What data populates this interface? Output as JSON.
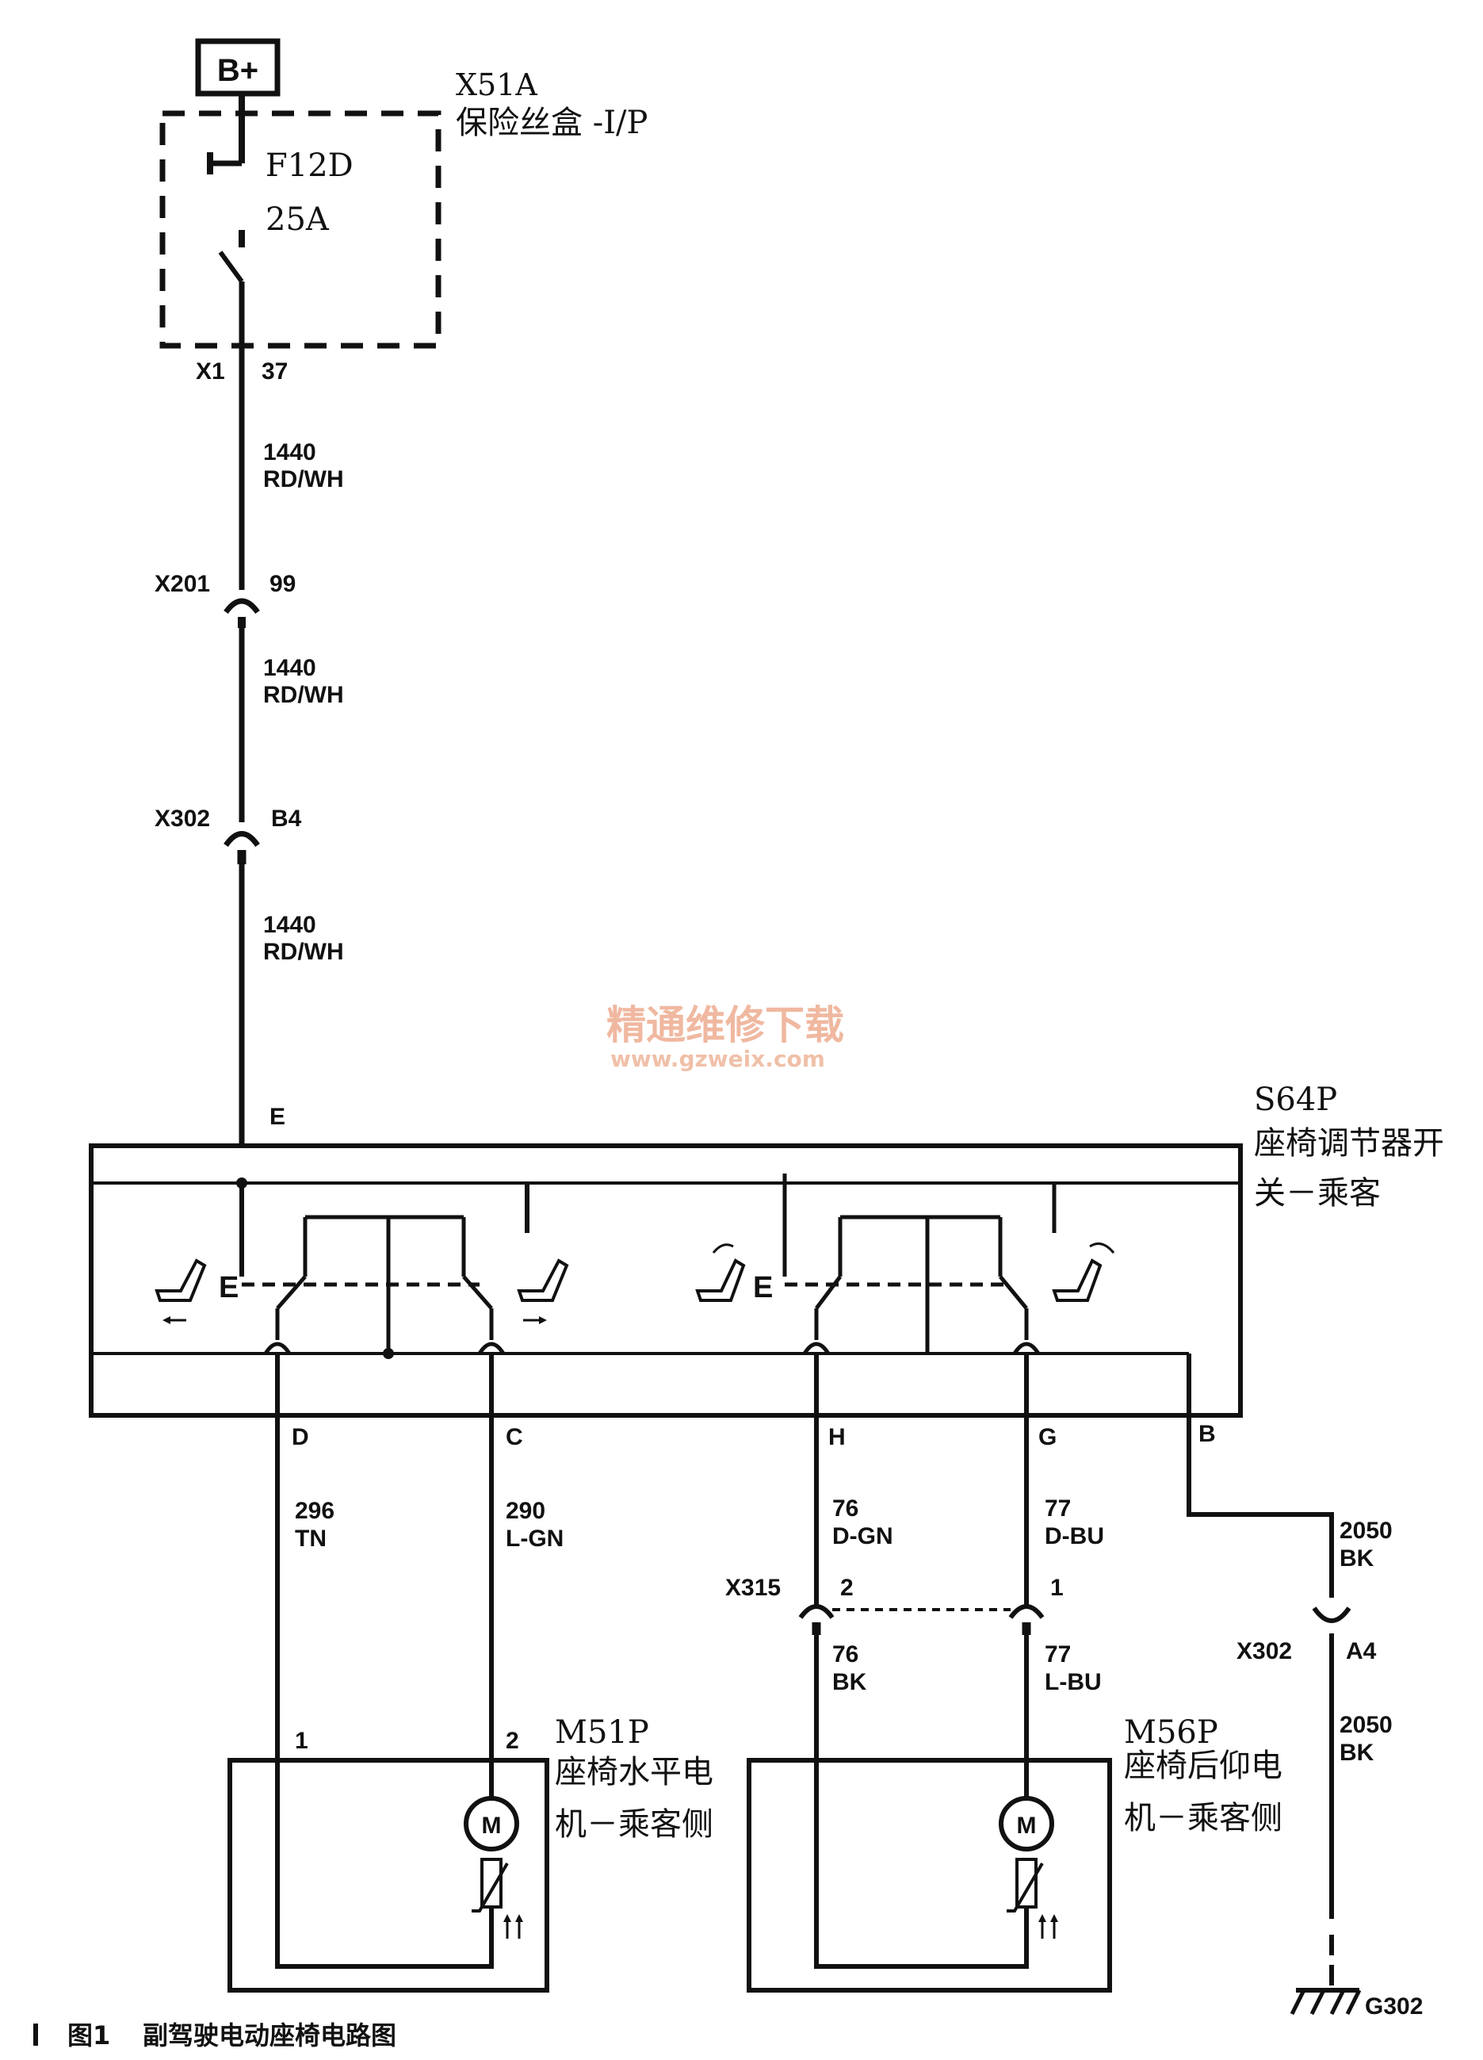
{
  "battery": {
    "label": "B+"
  },
  "fuse_box": {
    "id": "X51A",
    "name": "保险丝盒 -I/P",
    "fuse_id": "F12D",
    "rating": "25A",
    "conn": "X1",
    "pin": "37"
  },
  "segments": [
    {
      "circuit": "1440",
      "color": "RD/WH"
    },
    {
      "circuit": "1440",
      "color": "RD/WH"
    },
    {
      "circuit": "1440",
      "color": "RD/WH"
    }
  ],
  "connectors": {
    "x201": {
      "id": "X201",
      "pin": "99"
    },
    "x302_b4": {
      "id": "X302",
      "pin": "B4"
    },
    "x315": {
      "id": "X315",
      "pin_left": "2",
      "pin_right": "1"
    },
    "x302_a4": {
      "id": "X302",
      "pin": "A4"
    }
  },
  "switch": {
    "id": "S64P",
    "name_line1": "座椅调节器开",
    "name_line2": "关－乘客",
    "pin_e": "E",
    "pin_d": "D",
    "pin_c": "C",
    "pin_h": "H",
    "pin_g": "G",
    "pin_b": "B"
  },
  "wires": {
    "d": {
      "circuit": "296",
      "color": "TN"
    },
    "c": {
      "circuit": "290",
      "color": "L-GN"
    },
    "h_upper": {
      "circuit": "76",
      "color": "D-GN"
    },
    "g_upper": {
      "circuit": "77",
      "color": "D-BU"
    },
    "h_lower": {
      "circuit": "76",
      "color": "BK"
    },
    "g_lower": {
      "circuit": "77",
      "color": "L-BU"
    },
    "b_upper": {
      "circuit": "2050",
      "color": "BK"
    },
    "b_lower": {
      "circuit": "2050",
      "color": "BK"
    }
  },
  "motor1": {
    "id": "M51P",
    "name_line1": "座椅水平电",
    "name_line2": "机－乘客侧",
    "pin1": "1",
    "pin2": "2",
    "symbol": "M"
  },
  "motor2": {
    "id": "M56P",
    "name_line1": "座椅后仰电",
    "name_line2": "机－乘客侧",
    "symbol": "M"
  },
  "ground": {
    "id": "G302"
  },
  "watermark": {
    "line1": "精通维修下载",
    "line2": "www.gzweix.com"
  },
  "caption": {
    "figure": "图1",
    "title": "副驾驶电动座椅电路图"
  },
  "icons": [
    "fuse-icon",
    "switch-contact-icon",
    "connector-icon",
    "seat-forward-icon",
    "seat-backward-icon",
    "seat-recline-icon",
    "motor-icon",
    "ptc-thermistor-icon",
    "ground-icon"
  ]
}
